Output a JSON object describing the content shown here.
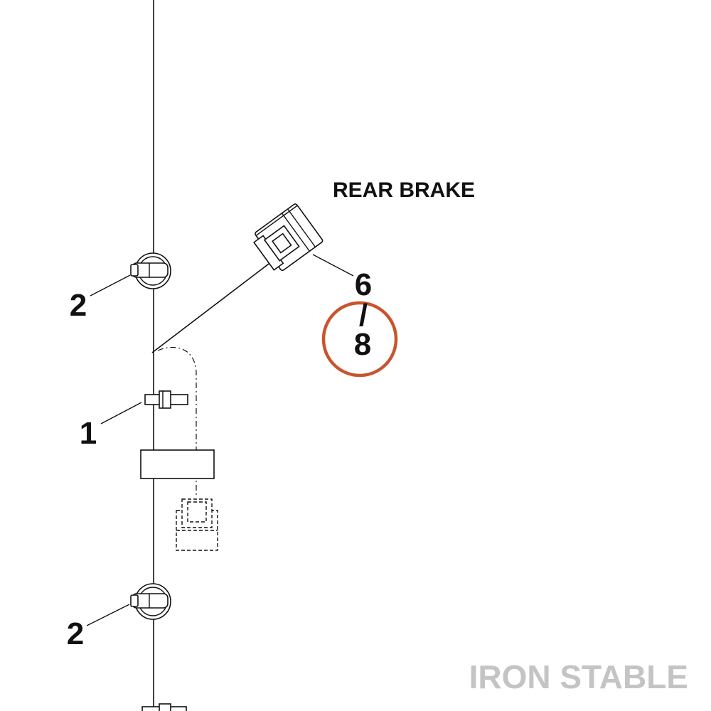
{
  "diagram": {
    "title": "REAR BRAKE",
    "callouts": {
      "label_6": "6",
      "label_slash": "/",
      "label_8": "8",
      "label_1": "1",
      "label_2_upper": "2",
      "label_2_lower": "2"
    },
    "watermark": "IRON STABLE",
    "colors": {
      "line": "#111111",
      "highlight_circle": "#c8552d",
      "watermark": "#c4c4c4"
    }
  }
}
